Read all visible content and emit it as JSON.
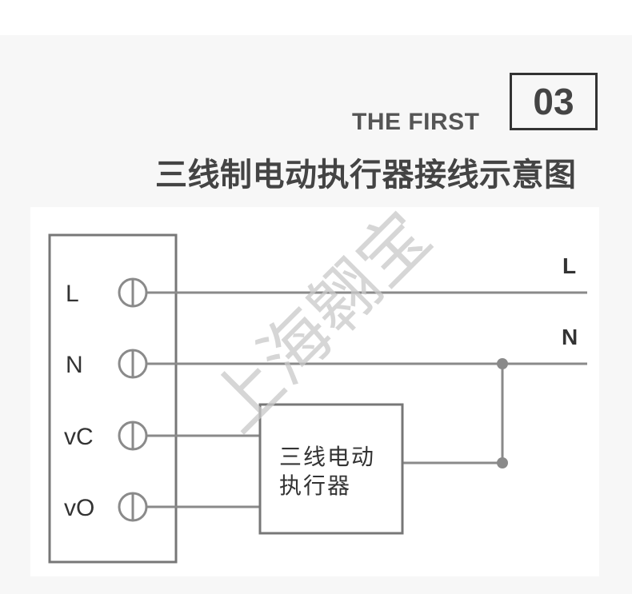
{
  "header": {
    "subtitle_en": "THE FIRST",
    "number": "03",
    "title": "三线制电动执行器接线示意图"
  },
  "diagram": {
    "terminals": [
      "L",
      "N",
      "vC",
      "vO"
    ],
    "lines": {
      "live": "L",
      "neutral": "N"
    },
    "actuator_label_line1": "三线电动",
    "actuator_label_line2": "执行器",
    "watermark": "上海翱宝"
  },
  "colors": {
    "line": "#8a8a8a",
    "box": "#666666",
    "text": "#333333",
    "watermark": "#c8c8c8"
  }
}
